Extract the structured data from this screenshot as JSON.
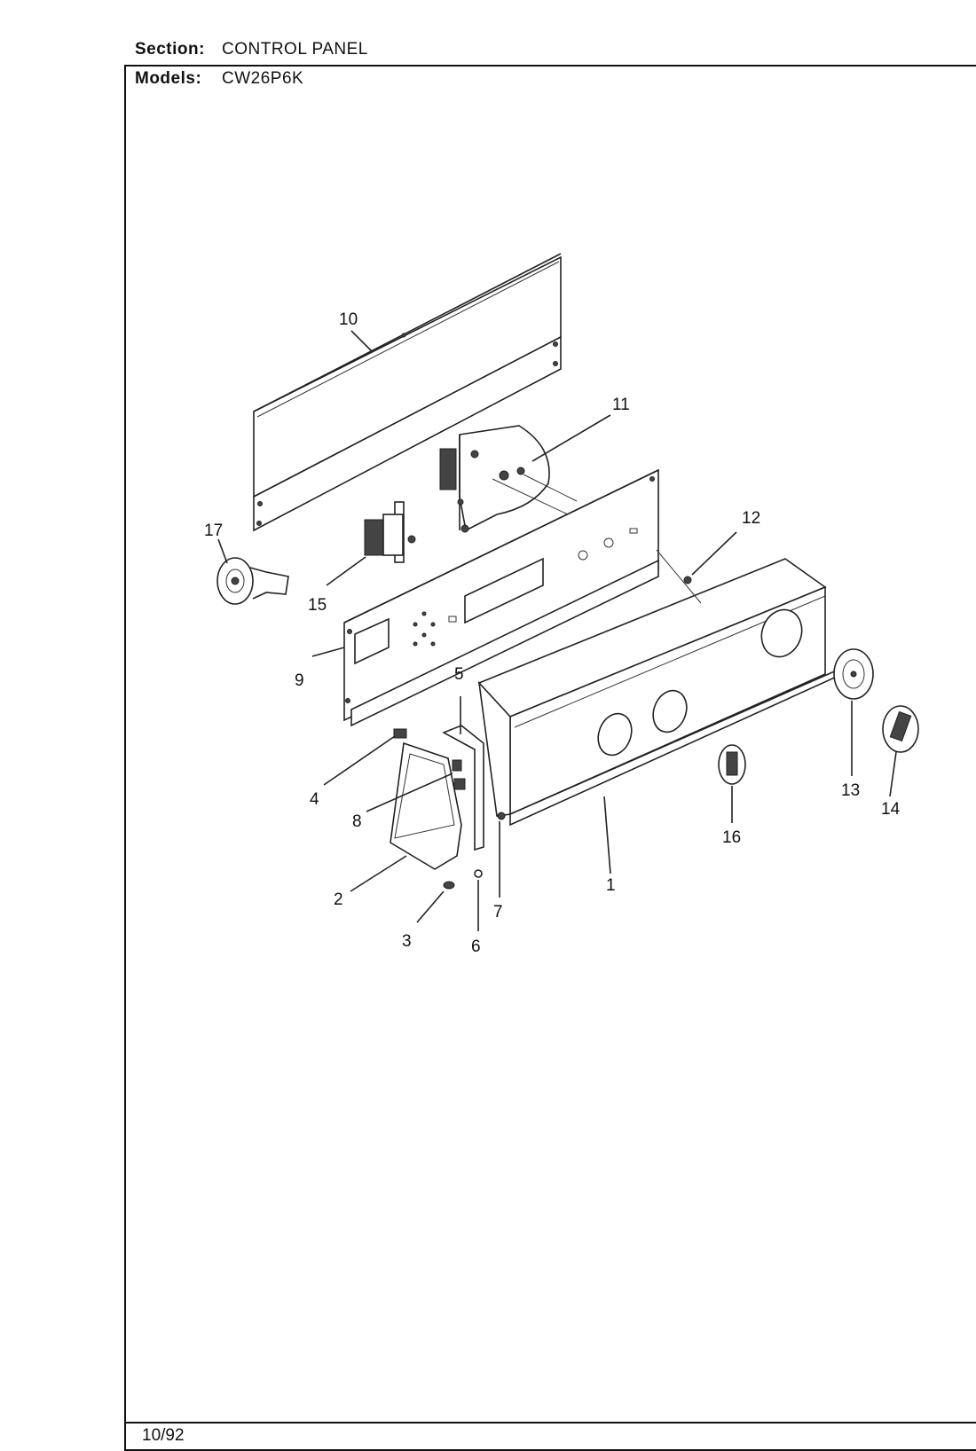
{
  "header": {
    "section_label": "Section:",
    "section_value": "CONTROL PANEL",
    "models_label": "Models:",
    "models_value": "CW26P6K"
  },
  "footer": {
    "date": "10/92"
  },
  "callouts": [
    "1",
    "2",
    "3",
    "4",
    "5",
    "6",
    "7",
    "8",
    "9",
    "10",
    "11",
    "12",
    "13",
    "14",
    "15",
    "16",
    "17"
  ]
}
